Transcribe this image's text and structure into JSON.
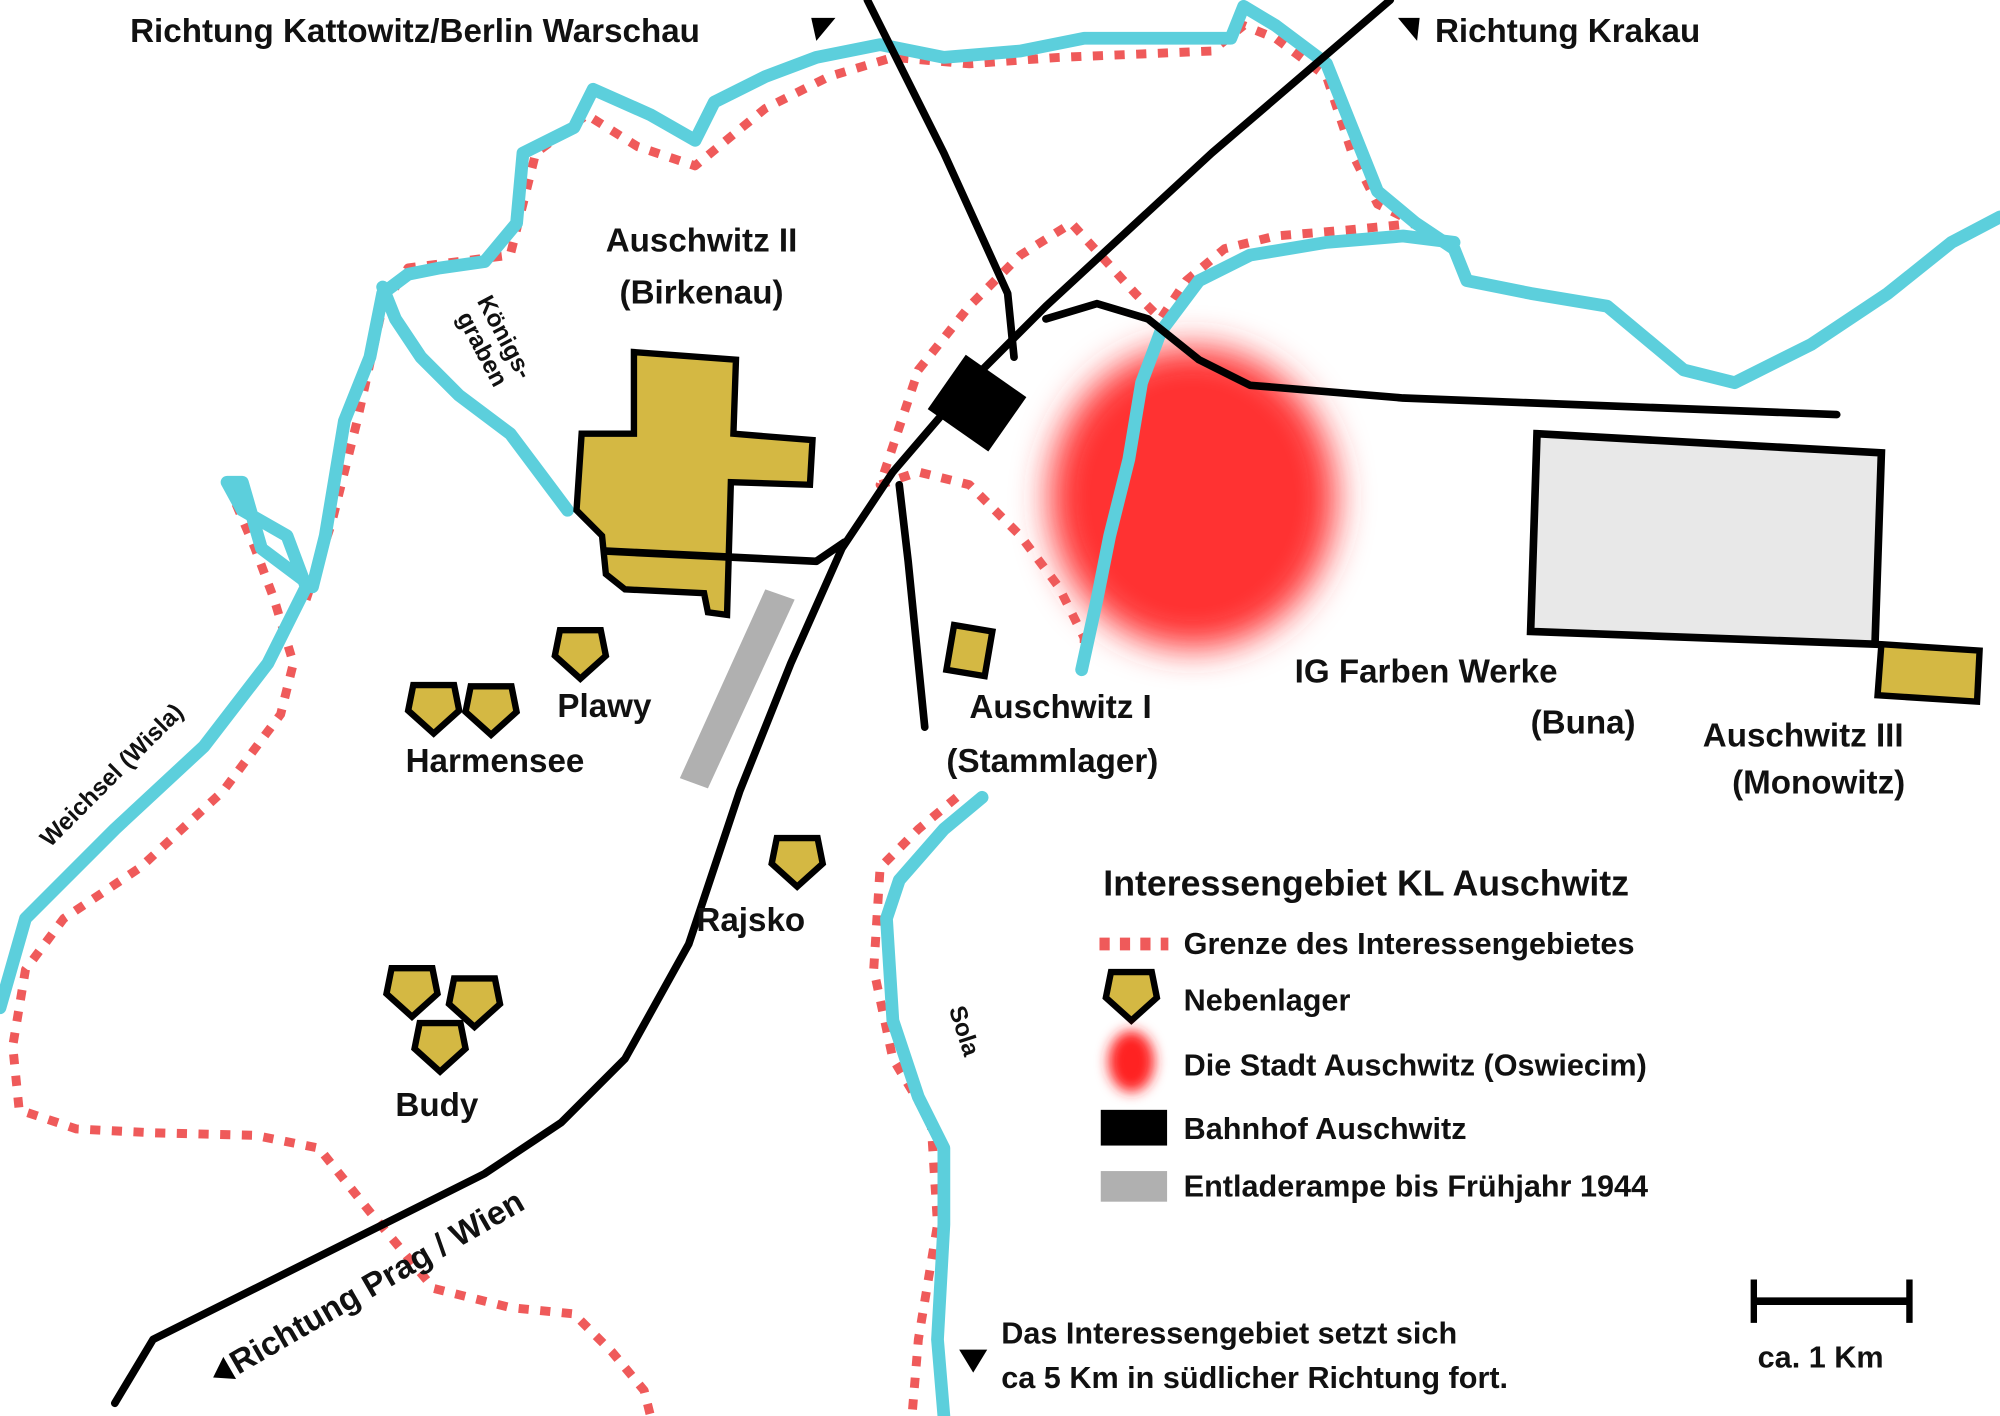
{
  "title": "Interessengebiet KL Auschwitz",
  "colors": {
    "river": "#5ccfdc",
    "border": "#ef5a5a",
    "camp": "#d4b843",
    "town": "#ff3030",
    "station": "#000000",
    "ramp": "#b0b0b0",
    "industry": "#e8e8e8"
  },
  "directions": {
    "north_west": "Richtung Kattowitz/Berlin Warschau",
    "north_east": "Richtung Krakau",
    "south_west": "Richtung Prag / Wien"
  },
  "rivers": {
    "weichsel": "Weichsel (Wisla)",
    "koenigsgraben_1": "Königs-",
    "koenigsgraben_2": "graben",
    "sola": "Sola"
  },
  "places": {
    "birkenau_1": "Auschwitz II",
    "birkenau_2": "(Birkenau)",
    "stammlager_1": "Auschwitz I",
    "stammlager_2": "(Stammlager)",
    "buna_1": "IG Farben Werke",
    "buna_2": "(Buna)",
    "monowitz_1": "Auschwitz III",
    "monowitz_2": "(Monowitz)",
    "plawy": "Plawy",
    "harmensee": "Harmensee",
    "rajsko": "Rajsko",
    "budy": "Budy"
  },
  "legend": {
    "title": "Interessengebiet KL Auschwitz",
    "items": [
      {
        "label": "Grenze des Interessengebietes",
        "icon": "dotted-border-icon"
      },
      {
        "label": "Nebenlager",
        "icon": "pentagon-icon"
      },
      {
        "label": "Die Stadt Auschwitz (Oswiecim)",
        "icon": "red-blob-icon"
      },
      {
        "label": "Bahnhof Auschwitz",
        "icon": "black-rect-icon"
      },
      {
        "label": "Entladerampe bis Frühjahr 1944",
        "icon": "gray-rect-icon"
      }
    ]
  },
  "note": {
    "line1": "Das Interessengebiet setzt sich",
    "line2": "ca 5 Km in südlicher Richtung fort."
  },
  "scale": {
    "label": "ca. 1 Km"
  }
}
